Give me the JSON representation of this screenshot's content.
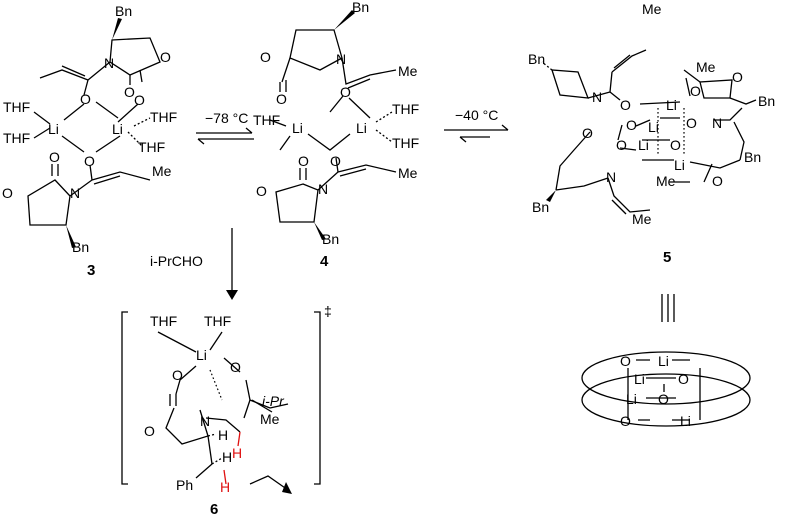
{
  "compounds": {
    "c3": "3",
    "c4": "4",
    "c5": "5",
    "c6": "6"
  },
  "labels": {
    "bn": "Bn",
    "me": "Me",
    "thf": "THF",
    "li": "Li",
    "o": "O",
    "n": "N",
    "h": "H",
    "ph": "Ph",
    "ipr": "i-Pr"
  },
  "conditions": {
    "temp1": "−78 °C",
    "temp2": "−40 °C",
    "reagent": "i-PrCHO"
  },
  "symbols": {
    "dagger": "‡",
    "equiv": "|||"
  },
  "colors": {
    "highlight": "#e01010"
  }
}
